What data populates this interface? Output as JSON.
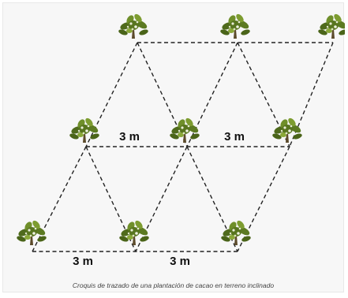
{
  "diagram": {
    "distance_labels": [
      "3 m",
      "3 m",
      "3 m",
      "3 m"
    ],
    "caption": "Croquis de trazado de una plantación de cacao en terreno inclinado",
    "line_color": "#222222",
    "plant_icon": "cacao-plant-icon"
  }
}
